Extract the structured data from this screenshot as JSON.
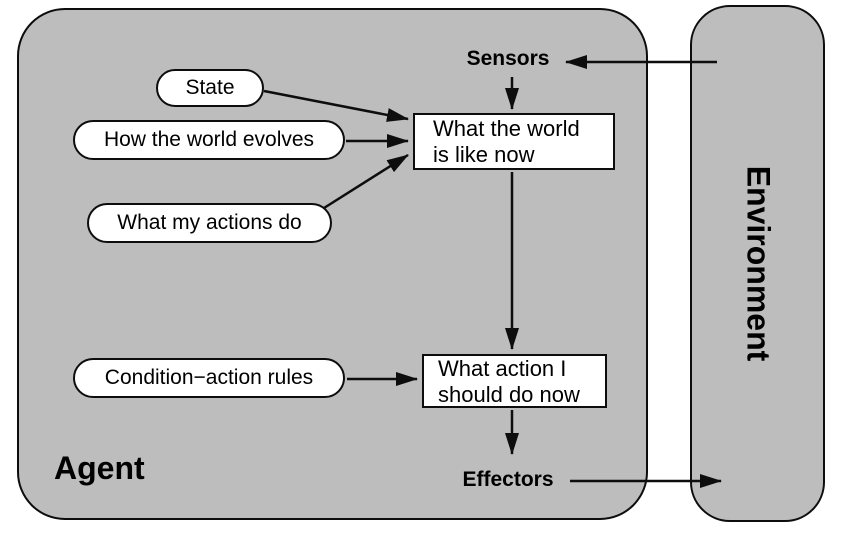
{
  "labels": {
    "agent": "Agent",
    "environment": "Environment",
    "sensors": "Sensors",
    "effectors": "Effectors"
  },
  "nodes": {
    "state": "State",
    "how_world_evolves": "How the world evolves",
    "what_actions_do": "What my actions do",
    "condition_action_rules": "Condition−action rules",
    "world_state_line1": "What the world",
    "world_state_line2": "is like now",
    "action_choice_line1": "What action I",
    "action_choice_line2": "should do now"
  },
  "colors": {
    "panel_fill": "#bdbdbd",
    "node_fill": "#ffffff",
    "stroke": "#0d0d0d"
  },
  "connections": [
    {
      "from": "environment",
      "to": "sensors"
    },
    {
      "from": "sensors",
      "to": "what-the-world-is-like-now"
    },
    {
      "from": "state",
      "to": "what-the-world-is-like-now"
    },
    {
      "from": "how-the-world-evolves",
      "to": "what-the-world-is-like-now"
    },
    {
      "from": "what-my-actions-do",
      "to": "what-the-world-is-like-now"
    },
    {
      "from": "what-the-world-is-like-now",
      "to": "what-action-i-should-do-now"
    },
    {
      "from": "condition-action-rules",
      "to": "what-action-i-should-do-now"
    },
    {
      "from": "what-action-i-should-do-now",
      "to": "effectors"
    },
    {
      "from": "effectors",
      "to": "environment"
    }
  ]
}
